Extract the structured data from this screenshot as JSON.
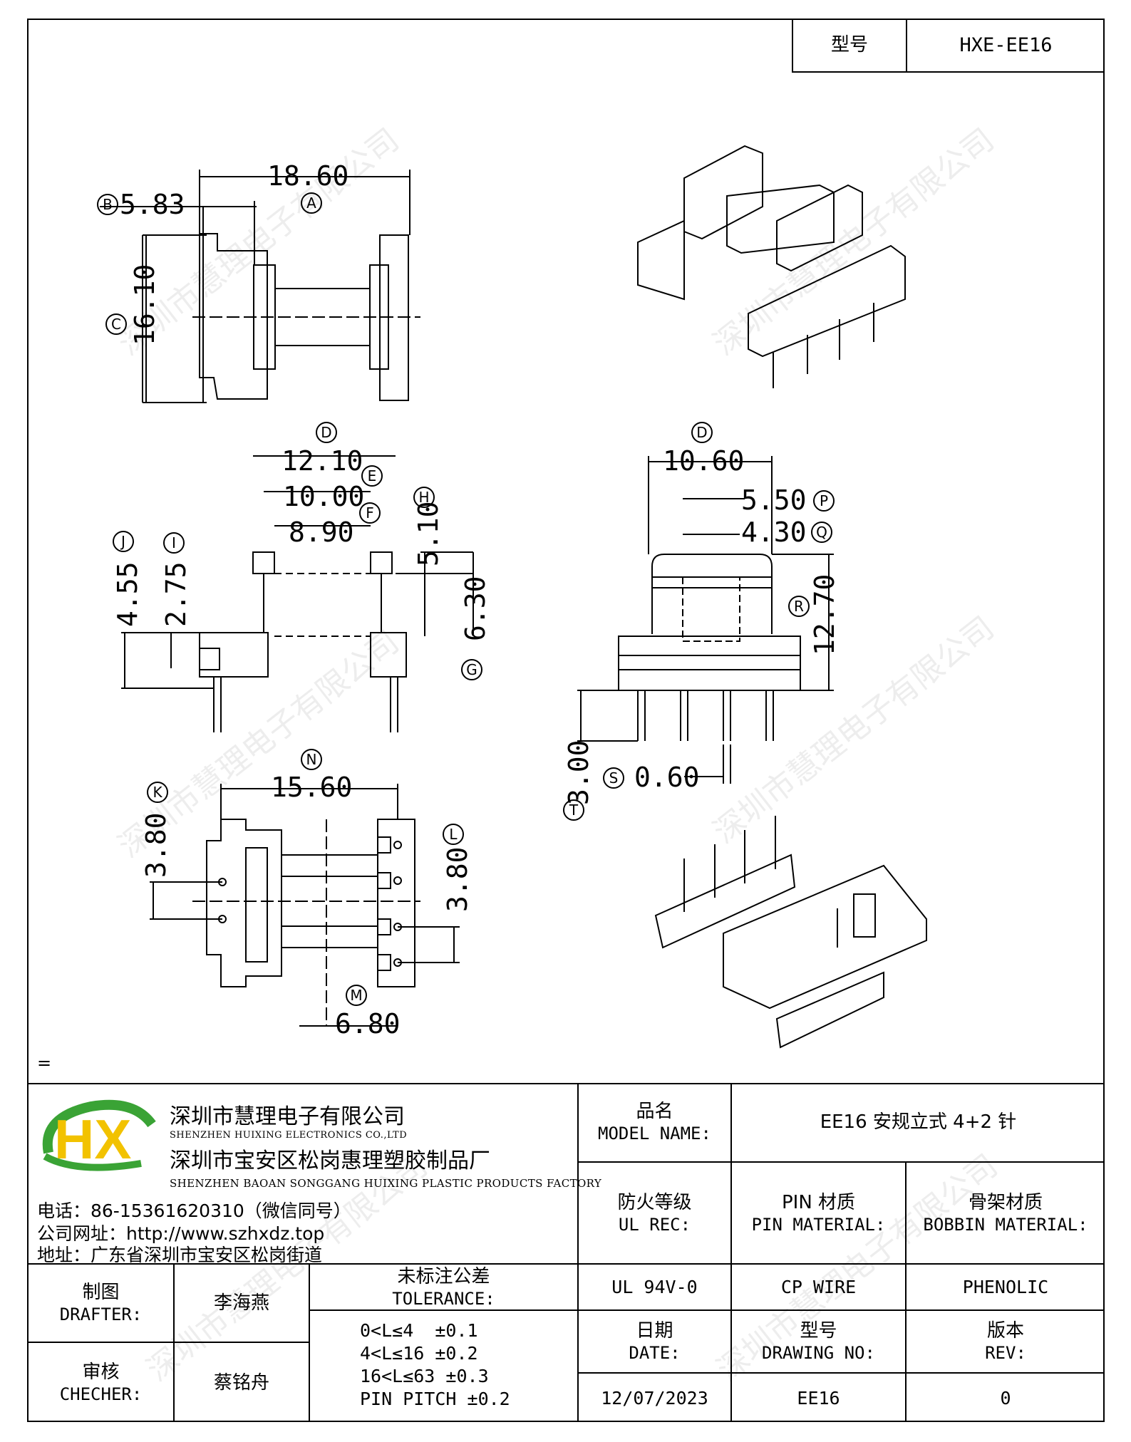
{
  "title_block": {
    "label": "型号",
    "value": "HXE-EE16"
  },
  "marks": {
    "equals": "="
  },
  "company": {
    "name_cn": "深圳市慧理电子有限公司",
    "name_en": "SHENZHEN HUIXING ELECTRONICS CO.,LTD",
    "factory_cn": "深圳市宝安区松岗惠理塑胶制品厂",
    "factory_en": "SHENZHEN BAOAN SONGGANG HUIXING PLASTIC PRODUCTS FACTORY",
    "phone": "电话：86-15361620310（微信同号）",
    "website": "公司网址：http://www.szhxdz.top",
    "address": "地址：广东省深圳市宝安区松岗街道",
    "logo_text": "HX",
    "logo_colors": {
      "green": "#3aa335",
      "yellow": "#f2c200"
    }
  },
  "table": {
    "model_name": {
      "cn": "品名",
      "en": "MODEL NAME:",
      "value": "EE16 安规立式 4+2 针"
    },
    "ul_rec": {
      "cn": "防火等级",
      "en": "UL REC:",
      "value": "UL 94V-0"
    },
    "pin_material": {
      "cn": "PIN 材质",
      "en": "PIN MATERIAL:",
      "value": "CP WIRE"
    },
    "bobbin_material": {
      "cn": "骨架材质",
      "en": "BOBBIN MATERIAL:",
      "value": "PHENOLIC"
    },
    "drafter": {
      "cn": "制图",
      "en": "DRAFTER:",
      "value": "李海燕"
    },
    "checker": {
      "cn": "审核",
      "en": "CHECHER:",
      "value": "蔡铭舟"
    },
    "tolerance": {
      "cn": "未标注公差",
      "en": "TOLERANCE:",
      "lines": [
        "0<L≤4  ±0.1",
        "4<L≤16 ±0.2",
        "16<L≤63 ±0.3",
        "PIN PITCH ±0.2"
      ]
    },
    "date": {
      "cn": "日期",
      "en": "DATE:",
      "value": "12/07/2023"
    },
    "drawing_no": {
      "cn": "型号",
      "en": "DRAWING NO:",
      "value": "EE16"
    },
    "rev": {
      "cn": "版本",
      "en": "REV:",
      "value": "0"
    }
  },
  "dimensions": {
    "A": "18.60",
    "B": "5.83",
    "C": "16.10",
    "D1": "12.10",
    "E": "10.00",
    "F": "8.90",
    "H": "5.10",
    "G": "6.30",
    "J": "4.55",
    "I": "2.75",
    "D2": "10.60",
    "P": "5.50",
    "Q": "4.30",
    "R": "12.70",
    "T": "3.00",
    "S": "0.60",
    "N": "15.60",
    "K": "3.80",
    "L": "3.80",
    "M": "6.80"
  },
  "dim_letters": {
    "A": "A",
    "B": "B",
    "C": "C",
    "D": "D",
    "E": "E",
    "F": "F",
    "G": "G",
    "H": "H",
    "I": "I",
    "J": "J",
    "K": "K",
    "L": "L",
    "M": "M",
    "N": "N",
    "P": "P",
    "Q": "Q",
    "R": "R",
    "S": "S",
    "T": "T"
  },
  "watermark": "深圳市慧理电子有限公司"
}
